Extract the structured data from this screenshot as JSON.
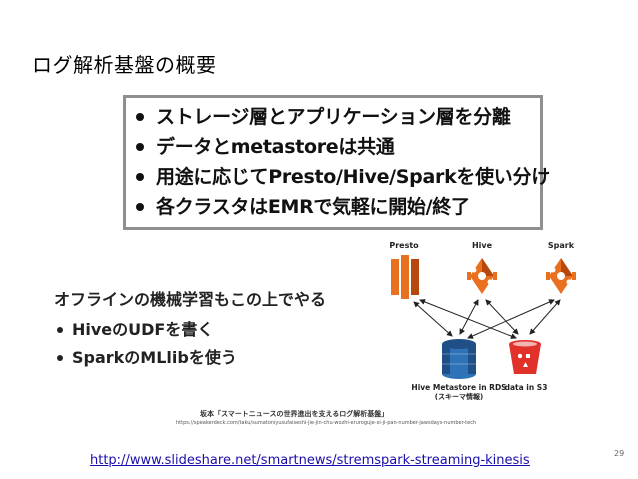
{
  "slide": {
    "title": "ログ解析基盤の概要",
    "bullets": [
      "ストレージ層とアプリケーション層を分離",
      "データとmetastoreは共通",
      "用途に応じてPresto/Hive/Sparkを使い分け",
      "各クラスタはEMRで気軽に開始/終了"
    ],
    "lower": {
      "heading": "オフラインの機械学習もこの上でやる",
      "items": [
        "HiveのUDFを書く",
        "SparkのMLlibを使う"
      ]
    },
    "diagram": {
      "nodes": {
        "presto": "Presto",
        "hive": "Hive",
        "spark": "Spark",
        "metastore_line1": "Hive Metastore in RDS",
        "metastore_line2": "(スキーマ情報)",
        "s3": "data in S3"
      },
      "colors": {
        "orange": "#e8701f",
        "dark_orange": "#b6480d",
        "blue": "#2e73b8",
        "dark_blue": "#1f4f86",
        "red": "#e0322a"
      }
    },
    "credit": "坂本「スマートニュースの世界進出を支えるログ解析基盤」",
    "credit_url": "https://speakerdeck.com/taku/sumatoniyusufaiseshi-jie-jin-chu-wozhi-eruroguje-xi-ji-pan-number-jawsdays-number-tech",
    "link": "http://www.slideshare.net/smartnews/stremspark-streaming-kinesisofflinehive",
    "page_number": "29"
  }
}
